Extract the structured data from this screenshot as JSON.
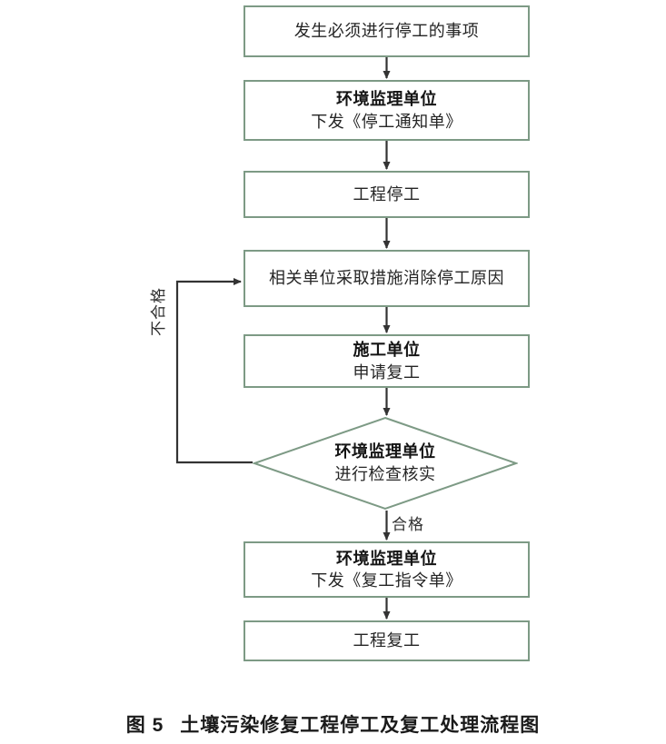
{
  "figure": {
    "number": "图 5",
    "title": "土壤污染修复工程停工及复工处理流程图",
    "caption_full": "图 5　土壤污染修复工程停工及复工处理流程图"
  },
  "colors": {
    "node_border": "#7d9a85",
    "node_fill": "#ffffff",
    "connector": "#333333",
    "text": "#252525",
    "background": "#ffffff"
  },
  "chart_data": {
    "type": "flowchart",
    "title": "土壤污染修复工程停工及复工处理流程图",
    "orientation": "top-to-bottom",
    "nodes": [
      {
        "id": "trigger",
        "shape": "rectangle",
        "lines": [
          {
            "text": "发生必须进行停工的事项",
            "bold": false
          }
        ]
      },
      {
        "id": "issue",
        "shape": "rectangle",
        "lines": [
          {
            "text": "环境监理单位",
            "bold": true
          },
          {
            "text": "下发《停工通知单》",
            "bold": false
          }
        ]
      },
      {
        "id": "halt",
        "shape": "rectangle",
        "lines": [
          {
            "text": "工程停工",
            "bold": false
          }
        ]
      },
      {
        "id": "measures",
        "shape": "rectangle",
        "lines": [
          {
            "text": "相关单位采取措施消除停工原因",
            "bold": false
          }
        ]
      },
      {
        "id": "apply",
        "shape": "rectangle",
        "lines": [
          {
            "text": "施工单位",
            "bold": true
          },
          {
            "text": "申请复工",
            "bold": false
          }
        ]
      },
      {
        "id": "check",
        "shape": "diamond",
        "lines": [
          {
            "text": "环境监理单位",
            "bold": true
          },
          {
            "text": "进行检查核实",
            "bold": false
          }
        ]
      },
      {
        "id": "order",
        "shape": "rectangle",
        "lines": [
          {
            "text": "环境监理单位",
            "bold": true
          },
          {
            "text": "下发《复工指令单》",
            "bold": false
          }
        ]
      },
      {
        "id": "resume",
        "shape": "rectangle",
        "lines": [
          {
            "text": "工程复工",
            "bold": false
          }
        ]
      }
    ],
    "edges": [
      {
        "from": "trigger",
        "to": "issue",
        "label": ""
      },
      {
        "from": "issue",
        "to": "halt",
        "label": ""
      },
      {
        "from": "halt",
        "to": "measures",
        "label": ""
      },
      {
        "from": "measures",
        "to": "apply",
        "label": ""
      },
      {
        "from": "apply",
        "to": "check",
        "label": ""
      },
      {
        "from": "check",
        "to": "order",
        "label": "合格"
      },
      {
        "from": "order",
        "to": "resume",
        "label": ""
      },
      {
        "from": "check",
        "to": "measures",
        "label": "不合格",
        "routing": "left-feedback-loop"
      }
    ]
  },
  "nodes": {
    "trigger": {
      "line1": "发生必须进行停工的事项"
    },
    "issue": {
      "line1": "环境监理单位",
      "line2": "下发《停工通知单》"
    },
    "halt": {
      "line1": "工程停工"
    },
    "measures": {
      "line1": "相关单位采取措施消除停工原因"
    },
    "apply": {
      "line1": "施工单位",
      "line2": "申请复工"
    },
    "check": {
      "line1": "环境监理单位",
      "line2": "进行检查核实"
    },
    "order": {
      "line1": "环境监理单位",
      "line2": "下发《复工指令单》"
    },
    "resume": {
      "line1": "工程复工"
    }
  },
  "edge_labels": {
    "pass": "合格",
    "fail": "不合格"
  }
}
